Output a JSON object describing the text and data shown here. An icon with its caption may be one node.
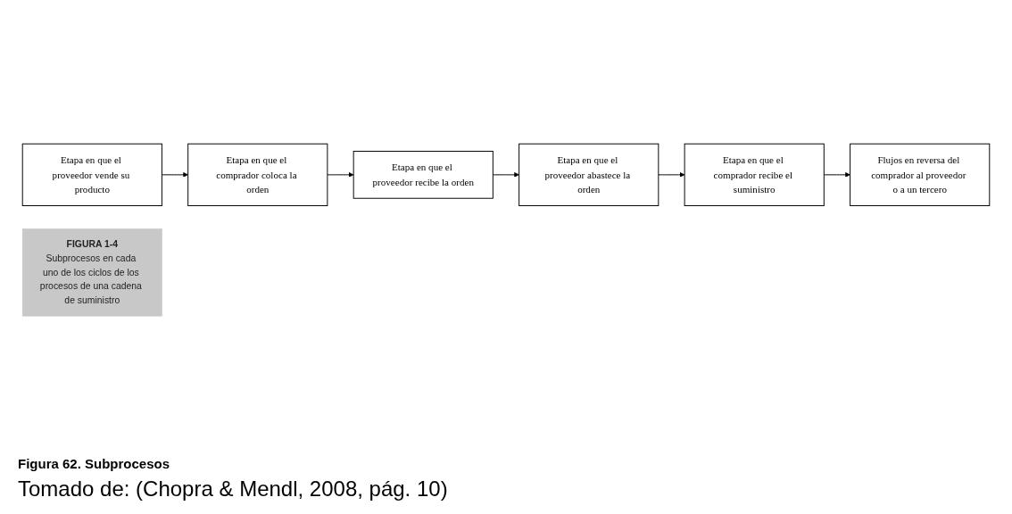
{
  "diagram": {
    "caption": "Figura 62. Subprocesos",
    "nodes": [
      {
        "text": [
          "Etapa en que el proveedor vende su producto"
        ]
      },
      {
        "text": [
          "Etapa en que el comprador coloca la orden"
        ]
      },
      {
        "text": [
          "Etapa en que el proveedor recibe la orden"
        ]
      },
      {
        "text": [
          "Etapa en que el proveedor abastece la orden"
        ]
      },
      {
        "text": [
          "Etapa en que el comprador recibe el suministro"
        ]
      },
      {
        "text": [
          "Flujos en reversa del comprador al proveedor o a un tercero"
        ]
      },
      {
        "text": [
          "FIGURA 1-4",
          "Subprocesos en cada uno de los ciclos de los procesos de una cadena de suministro"
        ]
      }
    ],
    "edges": [
      {
        "from": 0,
        "to": 1,
        "arrow": "to"
      },
      {
        "from": 1,
        "to": 2,
        "arrow": "to"
      },
      {
        "from": 2,
        "to": 3,
        "arrow": "to"
      },
      {
        "from": 3,
        "to": 4,
        "arrow": "to"
      },
      {
        "from": 4,
        "to": 5,
        "arrow": "to"
      }
    ],
    "labels": [
      "Tomado de: (Chopra & Mendl, 2008, pág. 10)"
    ]
  }
}
